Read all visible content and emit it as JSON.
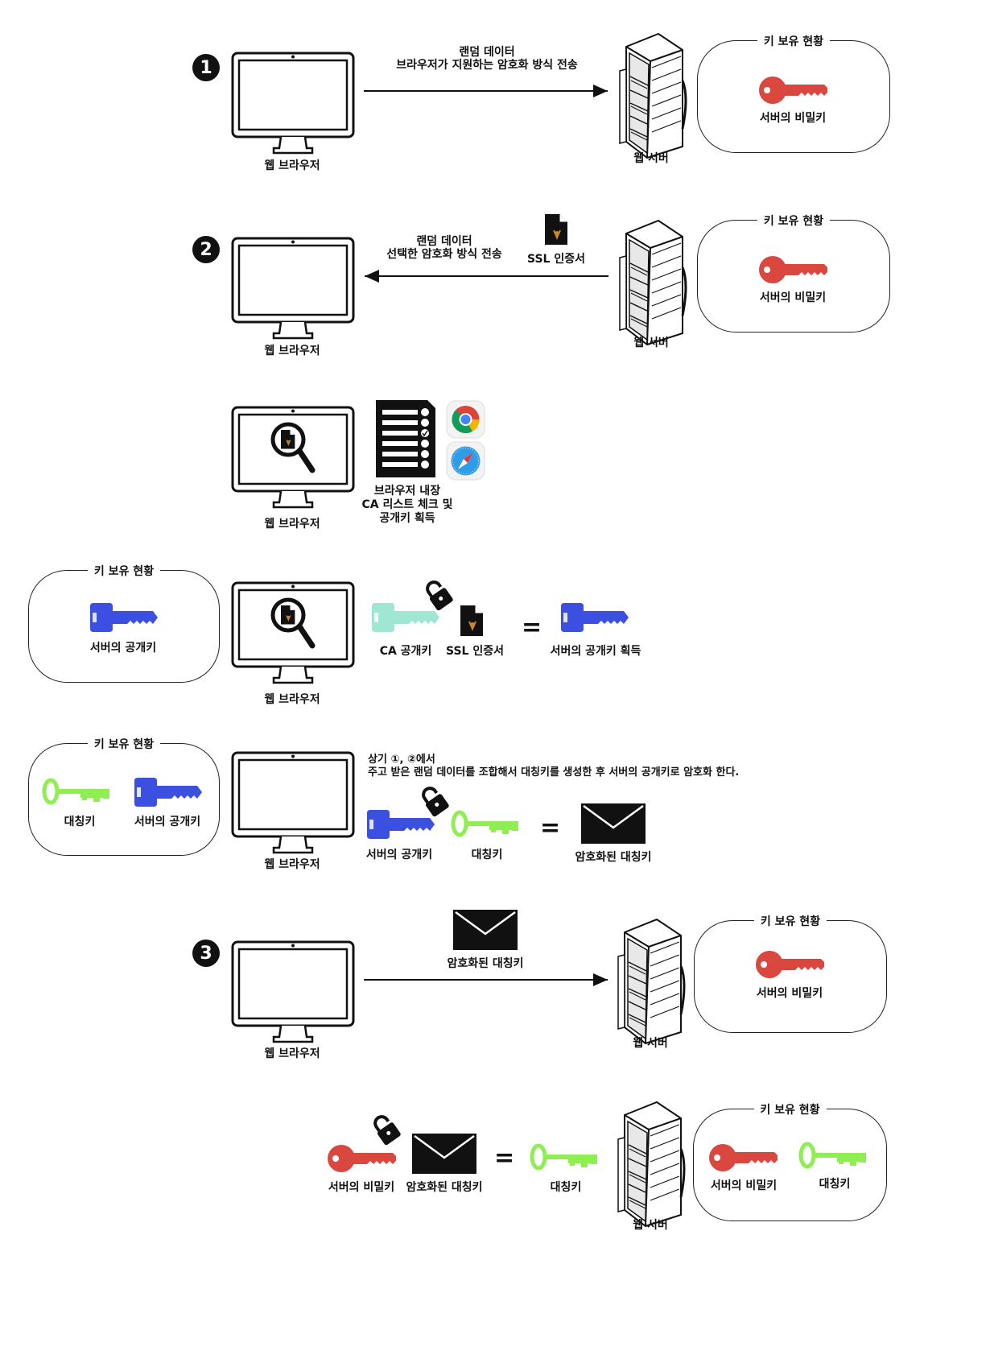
{
  "colors": {
    "private_key": "#d9473f",
    "public_key": "#3b4fe0",
    "ca_key": "#9fe7d2",
    "symmetric_key": "#90ee55",
    "ink": "#111111"
  },
  "common": {
    "box_title": "키 보유 현황",
    "browser": "웹 브라우저",
    "server": "웹 서버"
  },
  "step1": {
    "number": "1",
    "arrow_line1": "랜덤 데이터",
    "arrow_line2": "브라우저가 지원하는 암호화 방식 전송",
    "key_label": "서버의 비밀키"
  },
  "step2": {
    "number": "2",
    "arrow_line1": "랜덤 데이터",
    "arrow_line2": "선택한 암호화 방식 전송",
    "cert_label": "SSL 인증서",
    "key_label": "서버의 비밀키"
  },
  "ca_check": {
    "caption": "브라우저 내장\nCA 리스트 체크 및\n공개키 획득"
  },
  "decrypt_cert": {
    "key_label": "서버의 공개키",
    "ca_key_label": "CA 공개키",
    "cert_label": "SSL 인증서",
    "result_label": "서버의 공개키 획득",
    "equals": "="
  },
  "encrypt_sym": {
    "desc_line1": "상기 ①, ②에서",
    "desc_line2": "주고 받은 랜덤 데이터를 조합해서 대칭키를 생성한 후 서버의 공개키로 암호화 한다.",
    "box_sym_label": "대칭키",
    "box_pub_label": "서버의 공개키",
    "pub_label": "서버의 공개키",
    "sym_label": "대칭키",
    "result_label": "암호화된 대칭키",
    "equals": "="
  },
  "step3": {
    "number": "3",
    "envelope_label": "암호화된 대칭키",
    "key_label": "서버의 비밀키"
  },
  "server_decrypt": {
    "priv_label": "서버의 비밀키",
    "env_label": "암호화된 대칭키",
    "sym_label": "대칭키",
    "equals": "=",
    "box_priv_label": "서버의 비밀키",
    "box_sym_label": "대칭키"
  }
}
